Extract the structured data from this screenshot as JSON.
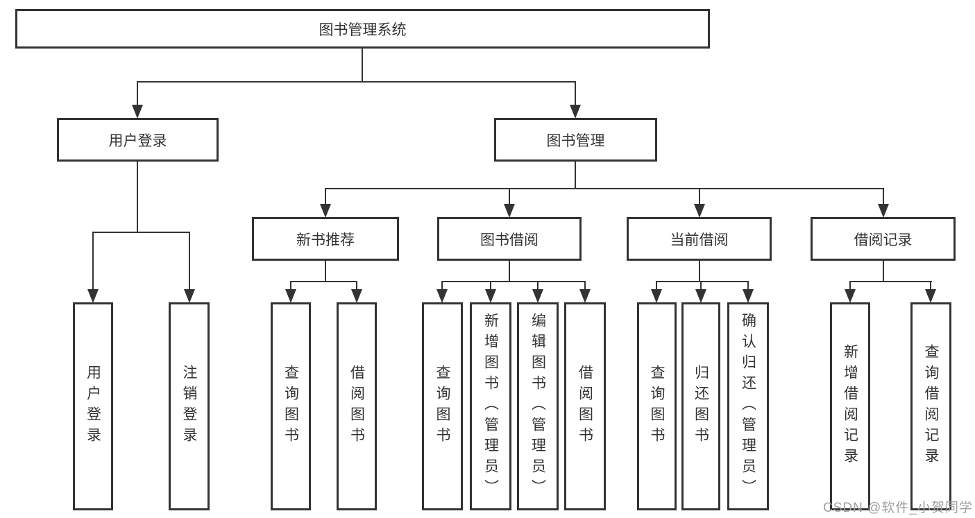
{
  "nodes": {
    "root": "图书管理系统",
    "user_login": "用户登录",
    "book_mgmt": "图书管理",
    "new_book_rec": "新书推荐",
    "book_borrow": "图书借阅",
    "current_borrow": "当前借阅",
    "borrow_records": "借阅记录"
  },
  "leaves": [
    {
      "label": "用户登录"
    },
    {
      "label": "注销登录"
    },
    {
      "label": "查询图书"
    },
    {
      "label": "借阅图书"
    },
    {
      "label": "查询图书"
    },
    {
      "label": "新增图书（管理员）"
    },
    {
      "label": "编辑图书（管理员）"
    },
    {
      "label": "借阅图书"
    },
    {
      "label": "查询图书"
    },
    {
      "label": "归还图书"
    },
    {
      "label": "确认归还（管理员）"
    },
    {
      "label": "新增借阅记录"
    },
    {
      "label": "查询借阅记录"
    }
  ],
  "watermark": {
    "text": "CSDN @软件_小贺同学"
  },
  "colors": {
    "line": "#333333",
    "text": "#333333",
    "watermark": "#a0a0a0",
    "background": "#ffffff"
  }
}
